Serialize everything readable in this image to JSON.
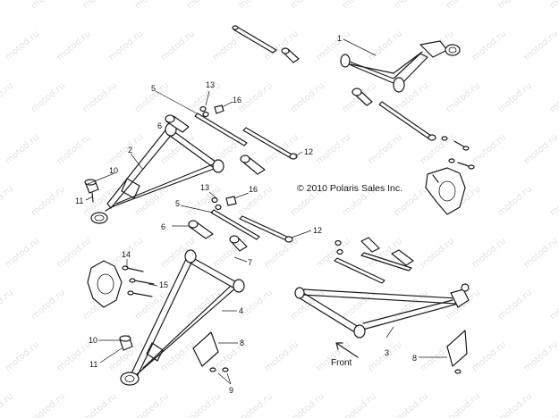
{
  "copyright": "© 2010 Polaris Sales Inc.",
  "front_label": "Front",
  "watermark_text": "motod.ru",
  "callouts": {
    "c1": "1",
    "c2": "2",
    "c3": "3",
    "c4": "4",
    "c5a": "5",
    "c5b": "5",
    "c6a": "6",
    "c6b": "6",
    "c7": "7",
    "c8a": "8",
    "c8b": "8",
    "c9": "9",
    "c10a": "10",
    "c10b": "10",
    "c11a": "11",
    "c11b": "11",
    "c12a": "12",
    "c12b": "12",
    "c13a": "13",
    "c13b": "13",
    "c14": "14",
    "c15": "15",
    "c16a": "16",
    "c16b": "16"
  }
}
